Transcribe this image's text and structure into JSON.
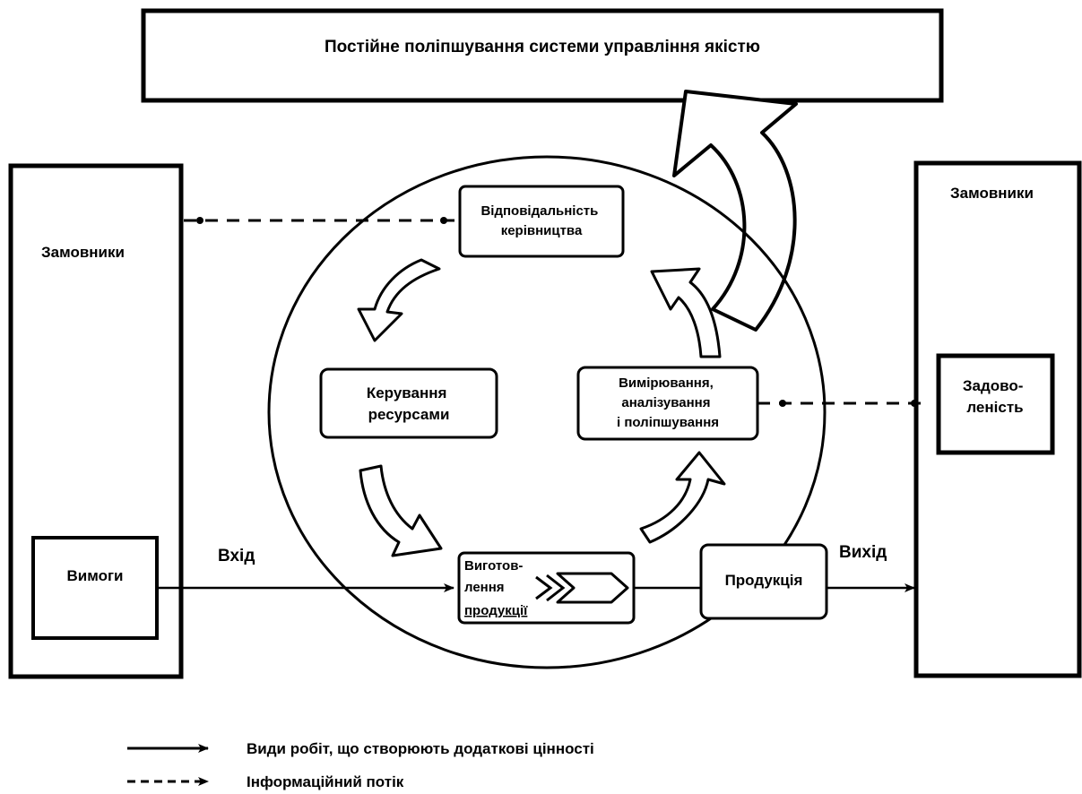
{
  "title": "Постійне поліпшування системи управління якістю",
  "customers_left": "Замовники",
  "customers_right": "Замовники",
  "requirements": "Вимоги",
  "input_label": "Вхід",
  "output_label": "Вихід",
  "management_responsibility": [
    "Відповідальність",
    "керівництва"
  ],
  "resource_management": [
    "Керування",
    "ресурсами"
  ],
  "measurement": [
    "Вимірювання,",
    "аналізування",
    "і поліпшування"
  ],
  "product_realization": [
    "Виготов-",
    "лення",
    "продукції"
  ],
  "product": "Продукція",
  "satisfaction": [
    "Задово-",
    "леність"
  ],
  "legend": {
    "value_adding": "Види робіт, що створюють додаткові цінності",
    "information_flow": "Інформаційний потік"
  }
}
